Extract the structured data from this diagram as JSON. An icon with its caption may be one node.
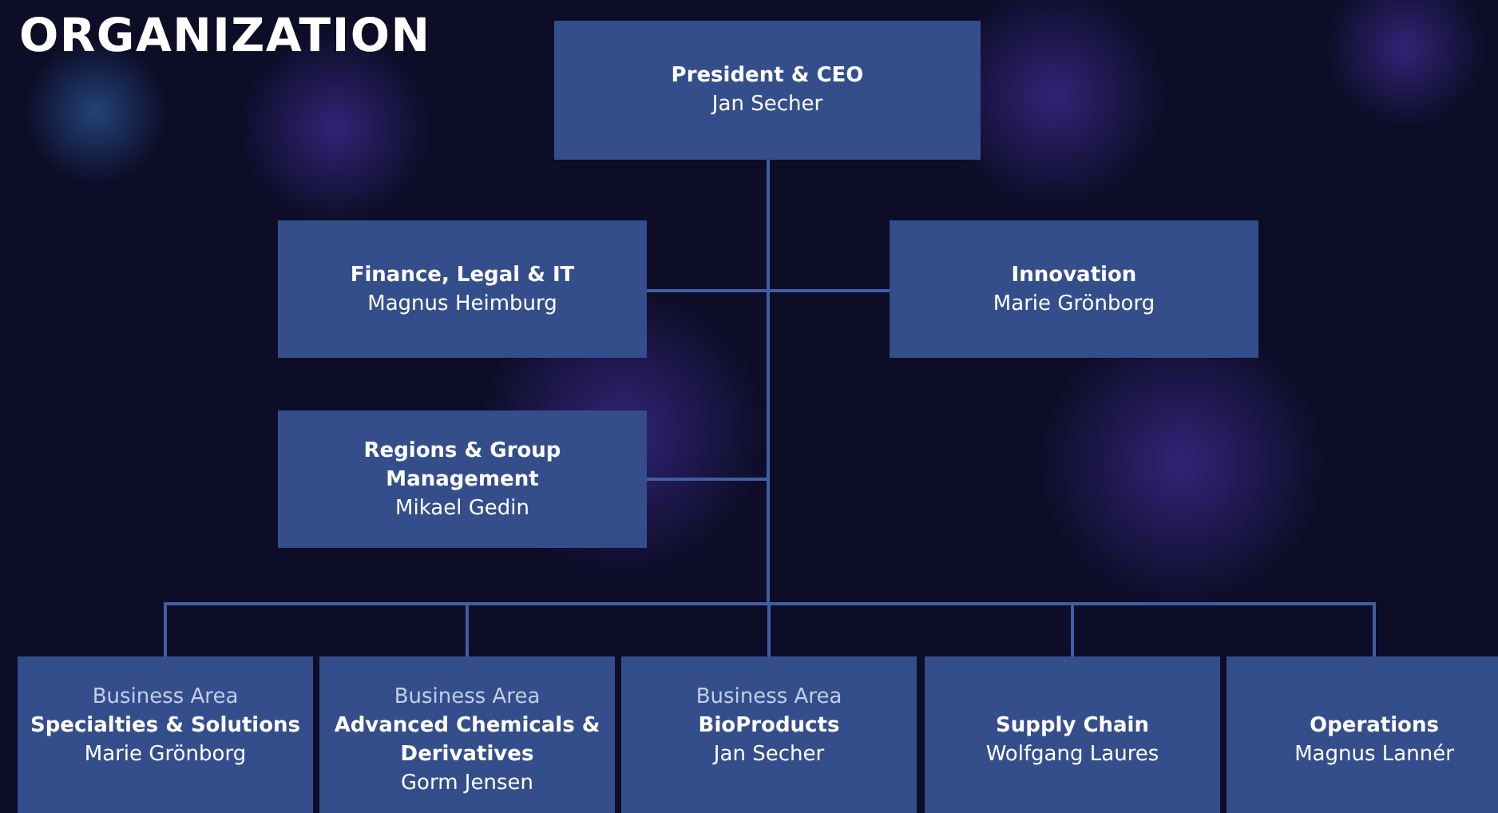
{
  "diagram": {
    "title": "ORGANIZATION",
    "nodes": [
      {
        "text": [
          "President & CEO",
          "Jan Secher"
        ]
      },
      {
        "text": [
          "Finance, Legal & IT",
          "Magnus Heimburg"
        ]
      },
      {
        "text": [
          "Innovation",
          "Marie Grönborg"
        ]
      },
      {
        "text": [
          "Regions & Group Management",
          "Mikael Gedin"
        ]
      },
      {
        "text": [
          "Business Area",
          "Specialties & Solutions",
          "Marie Grönborg"
        ]
      },
      {
        "text": [
          "Business Area",
          "Advanced Chemicals & Derivatives",
          "Gorm Jensen"
        ]
      },
      {
        "text": [
          "Business Area",
          "BioProducts",
          "Jan Secher"
        ]
      },
      {
        "text": [
          "Supply Chain",
          "Wolfgang Laures"
        ]
      },
      {
        "text": [
          "Operations",
          "Magnus Lannér"
        ]
      }
    ],
    "edges": [
      {
        "from": 0,
        "to": 1,
        "arrow": "none"
      },
      {
        "from": 0,
        "to": 2,
        "arrow": "none"
      },
      {
        "from": 0,
        "to": 3,
        "arrow": "none"
      },
      {
        "from": 0,
        "to": 4,
        "arrow": "none"
      },
      {
        "from": 0,
        "to": 5,
        "arrow": "none"
      },
      {
        "from": 0,
        "to": 6,
        "arrow": "none"
      },
      {
        "from": 0,
        "to": 7,
        "arrow": "none"
      },
      {
        "from": 0,
        "to": 8,
        "arrow": "none"
      }
    ]
  }
}
